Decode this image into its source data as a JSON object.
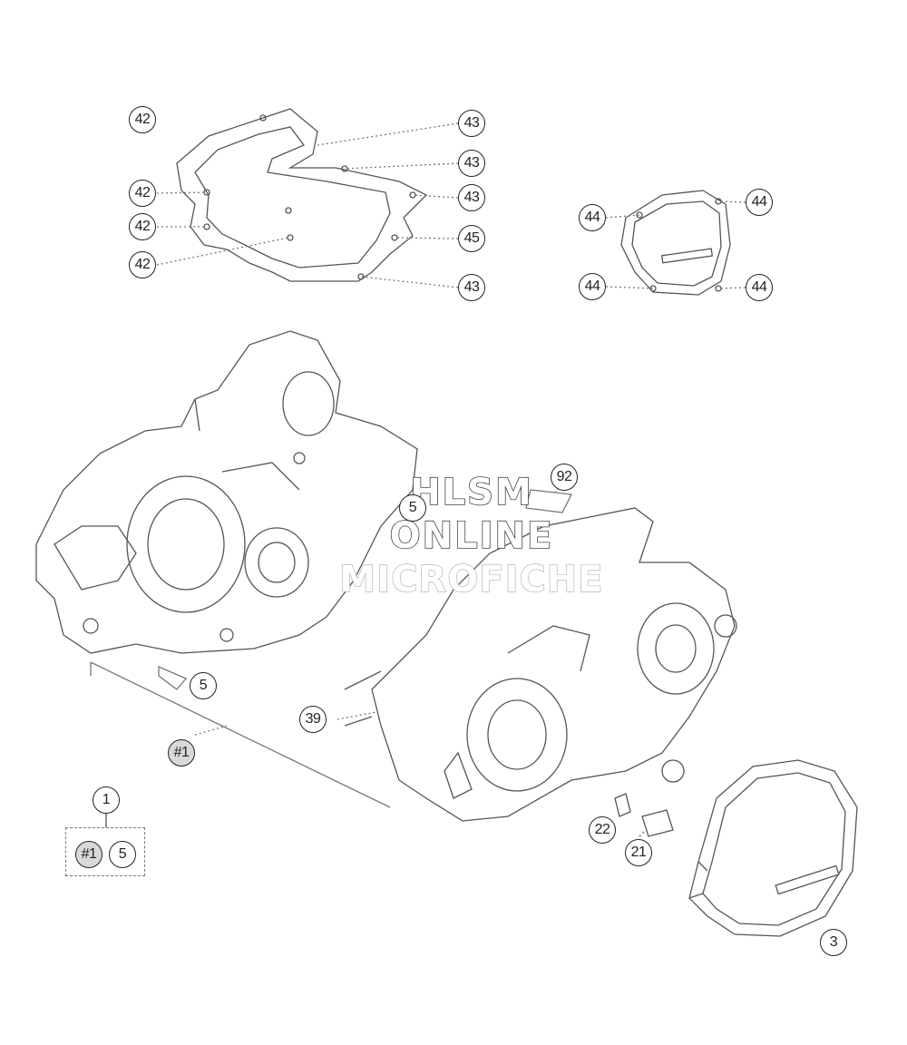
{
  "callouts": {
    "c42a": "42",
    "c42b": "42",
    "c42c": "42",
    "c42d": "42",
    "c43a": "43",
    "c43b": "43",
    "c43c": "43",
    "c43d": "43",
    "c45": "45",
    "c44a": "44",
    "c44b": "44",
    "c44c": "44",
    "c44d": "44",
    "c92": "92",
    "c5top": "5",
    "c5mid": "5",
    "c39": "39",
    "c1hash": "#1",
    "c1": "1",
    "c1box_hash": "#1",
    "c1box_5": "5",
    "c22": "22",
    "c21": "21",
    "c3": "3"
  },
  "watermark": {
    "line1": "HLSM",
    "line2": "ONLINE",
    "line3": "MICROFICHE"
  },
  "colors": {
    "line": "#555555",
    "ink": "#222222",
    "fill": "#d9d9d9"
  }
}
